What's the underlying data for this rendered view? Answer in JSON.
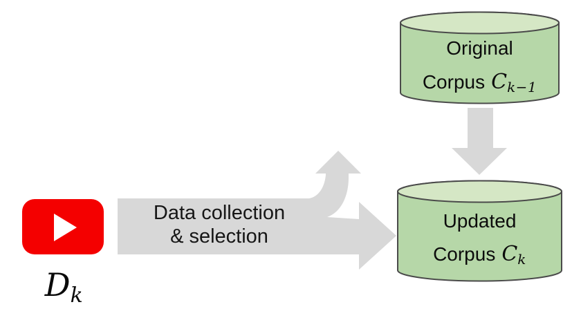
{
  "colors": {
    "arrow_gray": "#d8d8d8",
    "cylinder_body": "#b6d7a8",
    "cylinder_top": "#d5e7c5",
    "cylinder_border": "#4a4a4a",
    "youtube_red": "#f40000",
    "play_white": "#ffffff",
    "text": "#111111"
  },
  "icons": {
    "source": "youtube-play-icon"
  },
  "source": {
    "label_symbol": "D",
    "label_subscript": "k"
  },
  "flow": {
    "line1": "Data collection",
    "line2": "& selection"
  },
  "original_corpus": {
    "title": "Original",
    "label_prefix": "Corpus",
    "symbol": "C",
    "subscript": "k−1"
  },
  "updated_corpus": {
    "title": "Updated",
    "label_prefix": "Corpus",
    "symbol": "C",
    "subscript": "k"
  }
}
